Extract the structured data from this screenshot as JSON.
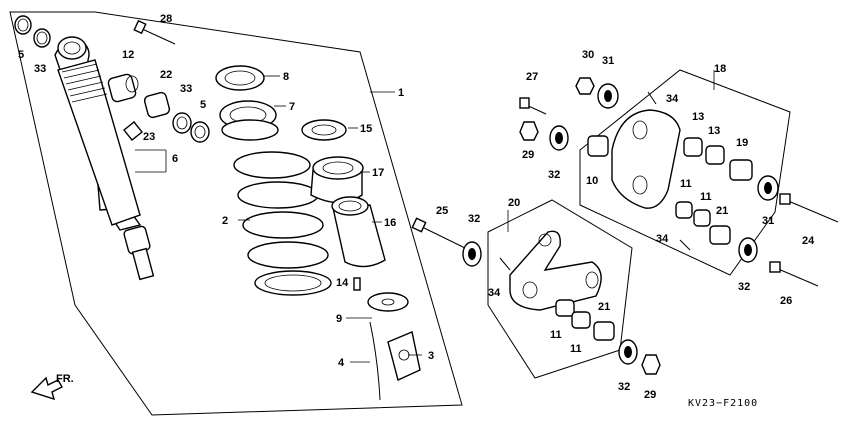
{
  "diagram": {
    "code": "KV23−F2100",
    "direction": "FR.",
    "callouts": [
      {
        "id": "c1",
        "label": "1"
      },
      {
        "id": "c2",
        "label": "2"
      },
      {
        "id": "c3",
        "label": "3"
      },
      {
        "id": "c4",
        "label": "4"
      },
      {
        "id": "c5a",
        "label": "5"
      },
      {
        "id": "c5b",
        "label": "5"
      },
      {
        "id": "c6",
        "label": "6"
      },
      {
        "id": "c7",
        "label": "7"
      },
      {
        "id": "c8",
        "label": "8"
      },
      {
        "id": "c9",
        "label": "9"
      },
      {
        "id": "c10",
        "label": "10"
      },
      {
        "id": "c11a",
        "label": "11"
      },
      {
        "id": "c11b",
        "label": "11"
      },
      {
        "id": "c11c",
        "label": "11"
      },
      {
        "id": "c11d",
        "label": "11"
      },
      {
        "id": "c12",
        "label": "12"
      },
      {
        "id": "c13a",
        "label": "13"
      },
      {
        "id": "c13b",
        "label": "13"
      },
      {
        "id": "c14",
        "label": "14"
      },
      {
        "id": "c15",
        "label": "15"
      },
      {
        "id": "c16",
        "label": "16"
      },
      {
        "id": "c17",
        "label": "17"
      },
      {
        "id": "c18",
        "label": "18"
      },
      {
        "id": "c19",
        "label": "19"
      },
      {
        "id": "c20",
        "label": "20"
      },
      {
        "id": "c21a",
        "label": "21"
      },
      {
        "id": "c21b",
        "label": "21"
      },
      {
        "id": "c22",
        "label": "22"
      },
      {
        "id": "c23",
        "label": "23"
      },
      {
        "id": "c24",
        "label": "24"
      },
      {
        "id": "c25",
        "label": "25"
      },
      {
        "id": "c26",
        "label": "26"
      },
      {
        "id": "c27",
        "label": "27"
      },
      {
        "id": "c28",
        "label": "28"
      },
      {
        "id": "c29a",
        "label": "29"
      },
      {
        "id": "c29b",
        "label": "29"
      },
      {
        "id": "c30",
        "label": "30"
      },
      {
        "id": "c31a",
        "label": "31"
      },
      {
        "id": "c31b",
        "label": "31"
      },
      {
        "id": "c32a",
        "label": "32"
      },
      {
        "id": "c32b",
        "label": "32"
      },
      {
        "id": "c32c",
        "label": "32"
      },
      {
        "id": "c32d",
        "label": "32"
      },
      {
        "id": "c33a",
        "label": "33"
      },
      {
        "id": "c33b",
        "label": "33"
      },
      {
        "id": "c34a",
        "label": "34"
      },
      {
        "id": "c34b",
        "label": "34"
      },
      {
        "id": "c34c",
        "label": "34"
      }
    ]
  }
}
